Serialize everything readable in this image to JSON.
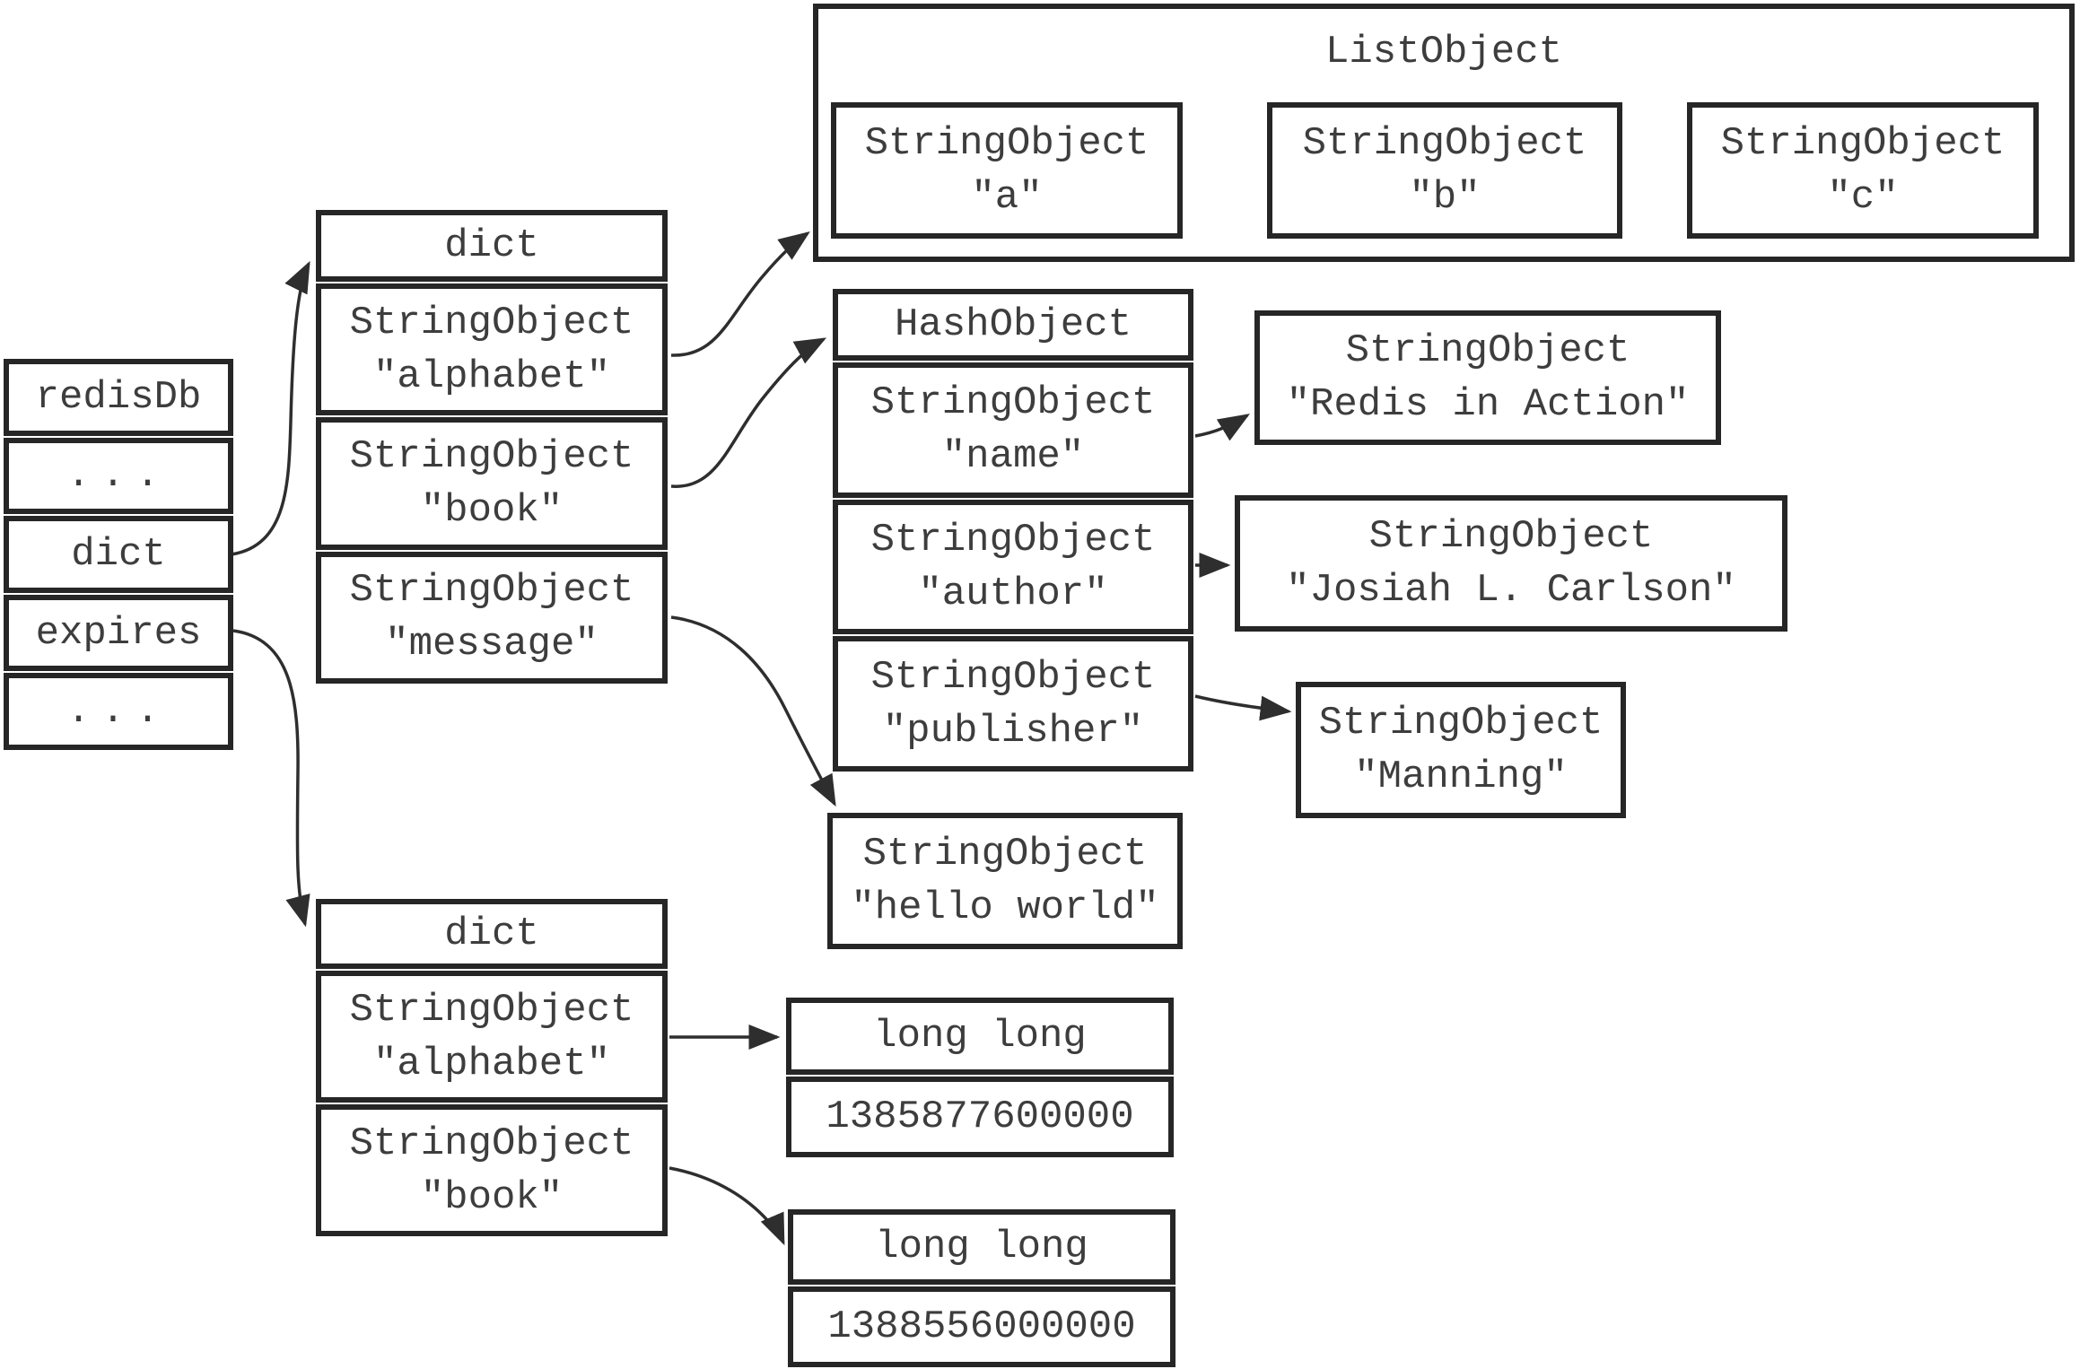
{
  "colors": {
    "background": "#ffffff",
    "box_border": "#262626",
    "text": "#3d3d3d",
    "arrow": "#2e2e2e"
  },
  "redisdb_table": {
    "title": "redisDb",
    "ellipsis_top": "...",
    "dict_field": "dict",
    "expires_field": "expires",
    "ellipsis_bottom": "..."
  },
  "key_dict": {
    "header": "dict",
    "rows": [
      {
        "type": "StringObject",
        "value": "\"alphabet\""
      },
      {
        "type": "StringObject",
        "value": "\"book\""
      },
      {
        "type": "StringObject",
        "value": "\"message\""
      }
    ]
  },
  "list_object": {
    "title": "ListObject",
    "items": [
      {
        "type": "StringObject",
        "value": "\"a\""
      },
      {
        "type": "StringObject",
        "value": "\"b\""
      },
      {
        "type": "StringObject",
        "value": "\"c\""
      }
    ]
  },
  "hash_object": {
    "header": "HashObject",
    "rows": [
      {
        "type": "StringObject",
        "value": "\"name\""
      },
      {
        "type": "StringObject",
        "value": "\"author\""
      },
      {
        "type": "StringObject",
        "value": "\"publisher\""
      }
    ]
  },
  "hash_values": {
    "name_value": {
      "type": "StringObject",
      "value": "\"Redis in Action\""
    },
    "author_value": {
      "type": "StringObject",
      "value": "\"Josiah L. Carlson\""
    },
    "publisher_value": {
      "type": "StringObject",
      "value": "\"Manning\""
    }
  },
  "message_value": {
    "type": "StringObject",
    "value": "\"hello world\""
  },
  "expires_dict": {
    "header": "dict",
    "rows": [
      {
        "type": "StringObject",
        "value": "\"alphabet\""
      },
      {
        "type": "StringObject",
        "value": "\"book\""
      }
    ]
  },
  "expire_times": {
    "alphabet_expire": {
      "header": "long long",
      "value": "1385877600000"
    },
    "book_expire": {
      "header": "long long",
      "value": "1388556000000"
    }
  }
}
